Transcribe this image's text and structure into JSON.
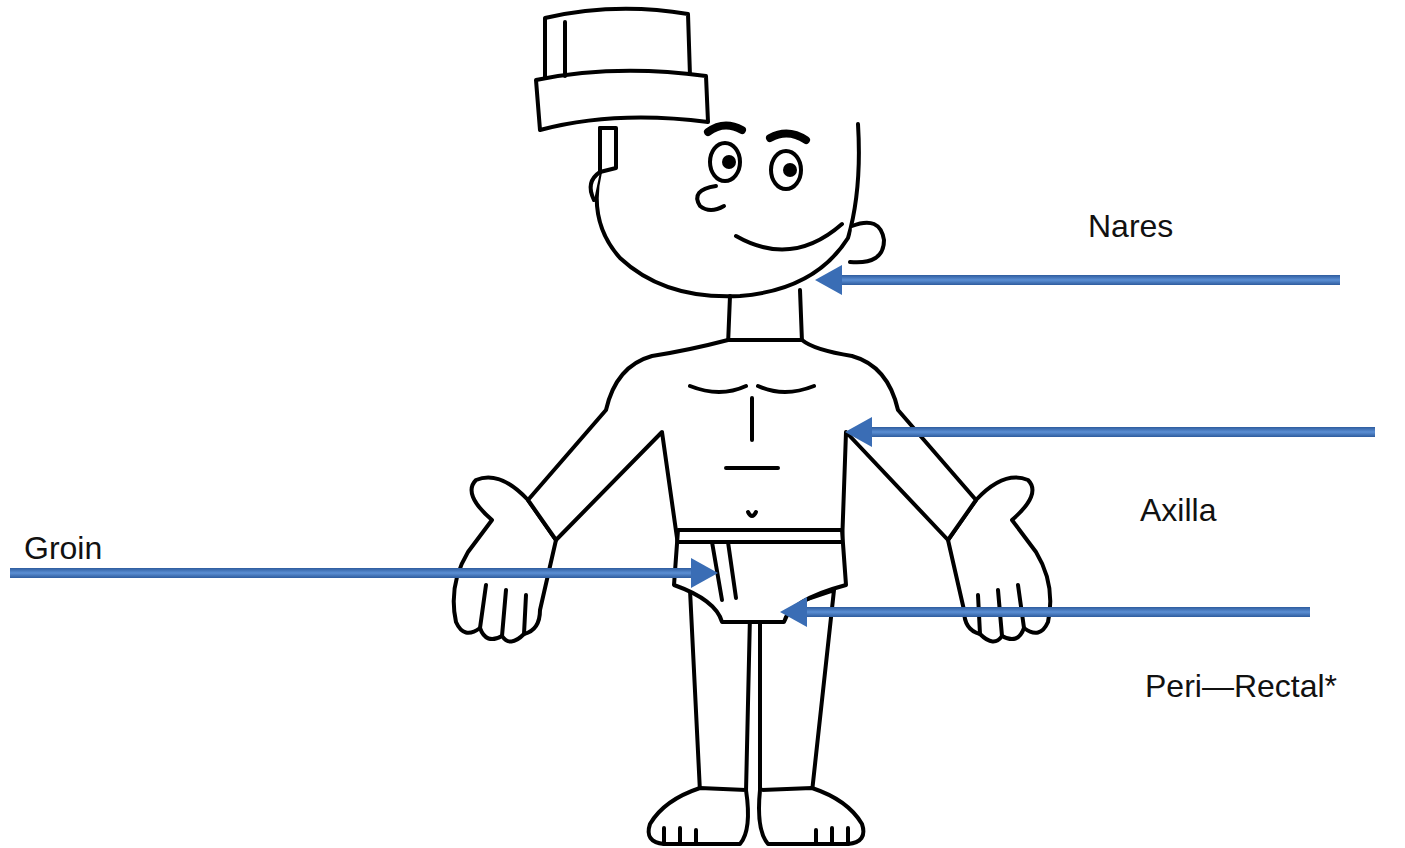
{
  "diagram": {
    "labels": [
      "Nares",
      "Axilla",
      "Groin",
      "Peri—Rectal*"
    ]
  }
}
